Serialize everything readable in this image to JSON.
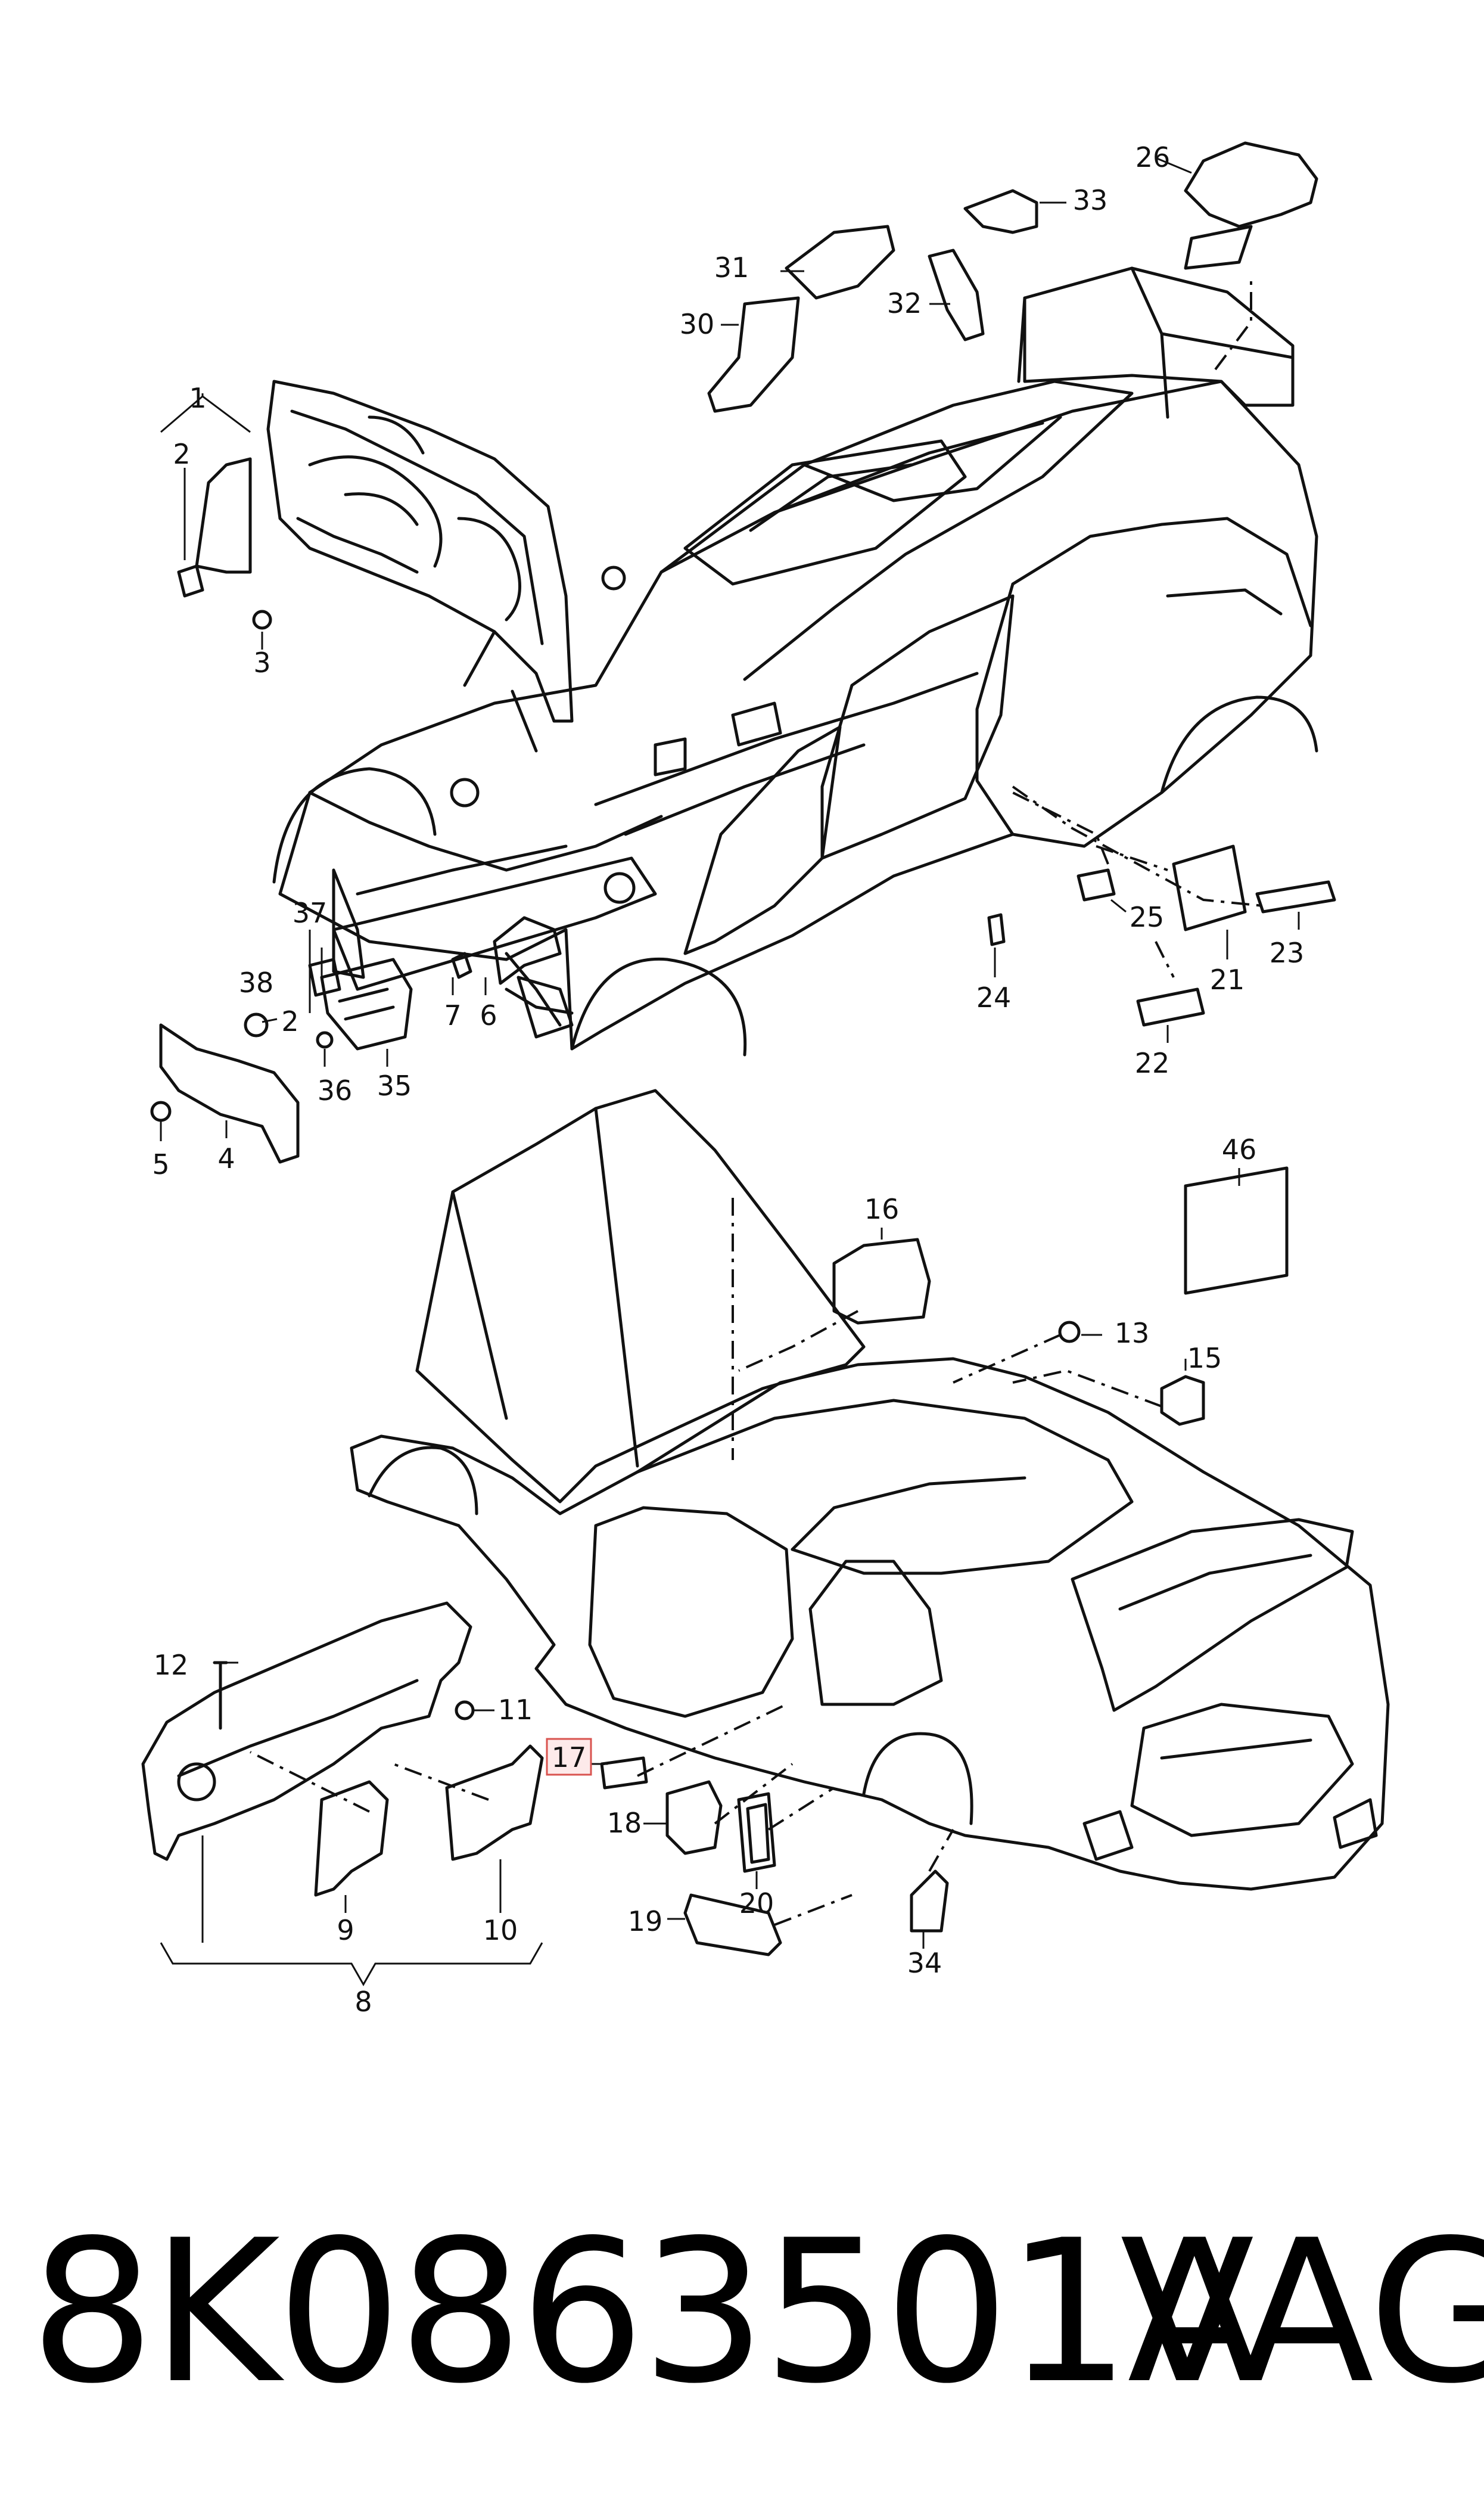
{
  "diagram": {
    "highlight_color": "#d9534f",
    "line_color": "#111111",
    "highlighted_label": "17",
    "labels": {
      "p1": "1",
      "p2": "2",
      "p2b": "2",
      "p3": "3",
      "p4": "4",
      "p5": "5",
      "p6": "6",
      "p7": "7",
      "p8": "8",
      "p9": "9",
      "p10": "10",
      "p11": "11",
      "p12": "12",
      "p13": "13",
      "p15": "15",
      "p16": "16",
      "p17": "17",
      "p18": "18",
      "p19": "19",
      "p20": "20",
      "p21": "21",
      "p22": "22",
      "p23": "23",
      "p24": "24",
      "p25": "25",
      "p26": "26",
      "p30": "30",
      "p31": "31",
      "p32": "32",
      "p33": "33",
      "p34": "34",
      "p35": "35",
      "p36": "36",
      "p37": "37",
      "p38": "38",
      "p46": "46"
    }
  },
  "footer": {
    "part_number": "8K0863501A",
    "brand": "VAG"
  }
}
